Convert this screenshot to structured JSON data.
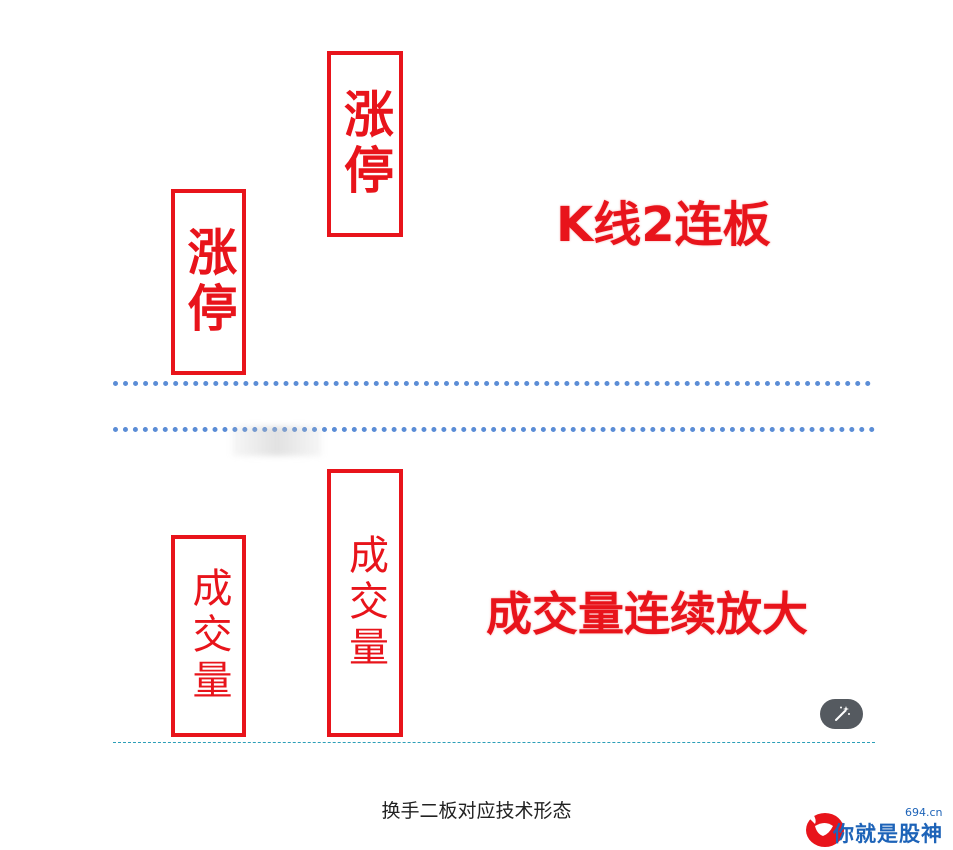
{
  "top_section": {
    "box_left": "涨停",
    "box_right": "涨停",
    "label": "K线2连板"
  },
  "bottom_section": {
    "box_left": "成交量",
    "box_right": "成交量",
    "label": "成交量连续放大"
  },
  "caption": "换手二板对应技术形态",
  "watermark": {
    "text": "你就是股神",
    "domain": "694.cn"
  },
  "colors": {
    "accent_red": "#e8141b",
    "divider_blue": "#5b8dd6",
    "logo_blue": "#1d63b8"
  },
  "icons": {
    "magic_button": "magic-wand-icon",
    "logo": "bull-logo-icon"
  }
}
